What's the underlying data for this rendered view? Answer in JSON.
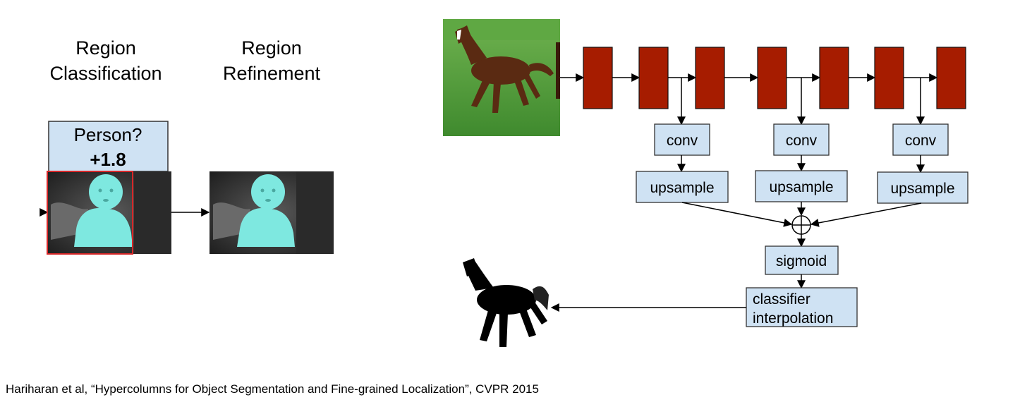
{
  "left_panel": {
    "classification_title": [
      "Region",
      "Classification"
    ],
    "refinement_title": [
      "Region",
      "Refinement"
    ],
    "score_box": {
      "question": "Person?",
      "score": "+1.8"
    }
  },
  "network": {
    "branch_conv_label": "conv",
    "branch_upsample_label": "upsample",
    "sigmoid_label": "sigmoid",
    "classifier_label": [
      "classifier",
      "interpolation"
    ],
    "sum_symbol": "circle-plus-icon"
  },
  "citation": "Hariharan et al, “Hypercolumns for Object Segmentation and Fine-grained Localization”, CVPR 2015",
  "colors": {
    "box_fill": "#cfe2f3",
    "layer_fill": "#a61c00",
    "highlight": "#d62728",
    "mask_cyan": "#7ee8e0",
    "grass": "#4e9a3c",
    "horse": "#5a2a12"
  }
}
